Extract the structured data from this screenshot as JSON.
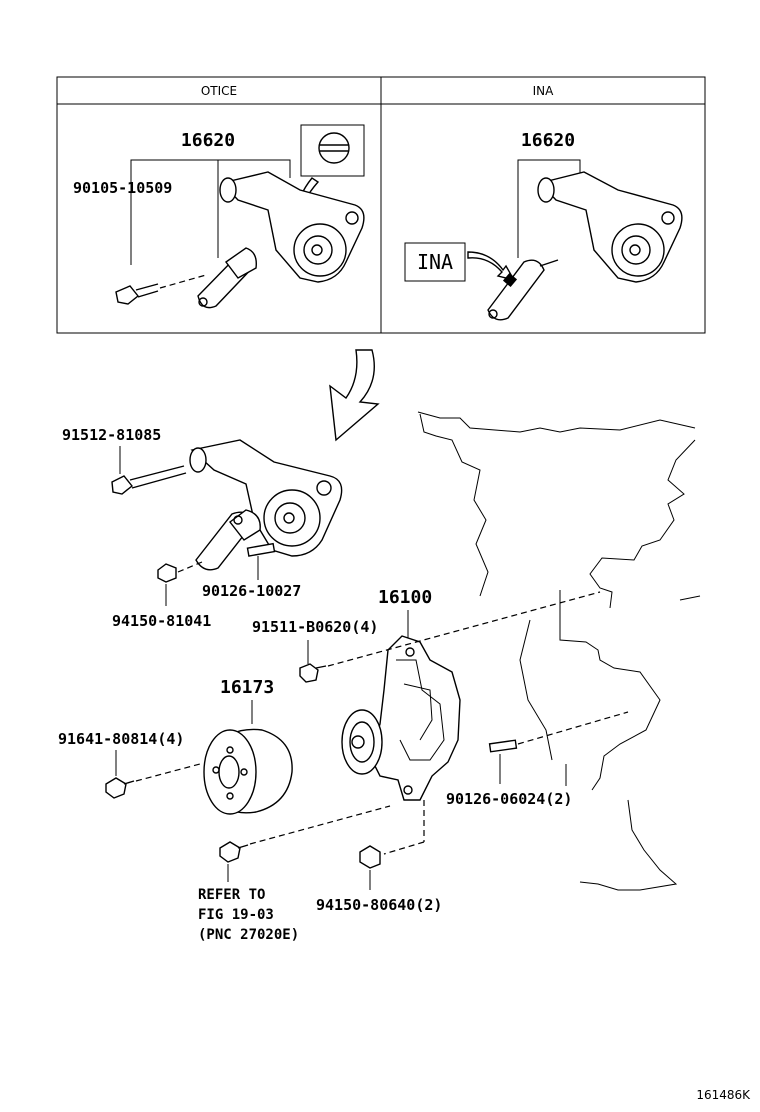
{
  "table": {
    "left_header": "OTICE",
    "right_header": "INA"
  },
  "labels": {
    "otice_assembly": "16620",
    "otice_bolt": "90105-10509",
    "ina_assembly": "16620",
    "ina_tag": "INA",
    "bolt_top": "91512-81085",
    "stud_top": "90126-10027",
    "nut_top": "94150-81041",
    "pump": "16100",
    "pump_bolt": "91511-B0620(4)",
    "pulley": "16173",
    "pulley_bolt": "91641-80814(4)",
    "stud_bottom": "90126-06024(2)",
    "nut_bottom": "94150-80640(2)",
    "refer_line1": "REFER TO",
    "refer_line2": "FIG 19-03",
    "refer_line3": "(PNC 27020E)"
  },
  "figure_code": "161486K"
}
